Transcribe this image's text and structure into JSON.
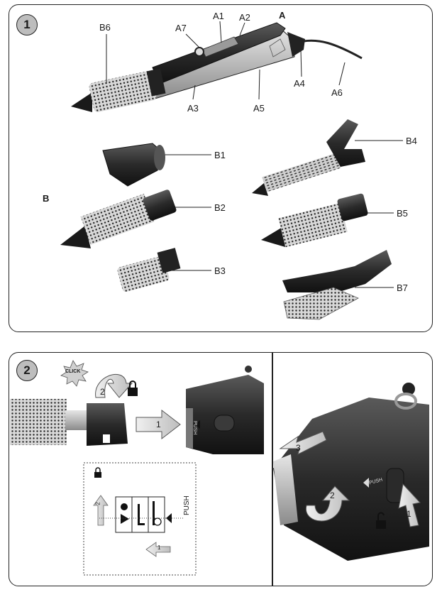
{
  "steps": {
    "one": "1",
    "two": "2"
  },
  "labels": {
    "A": "A",
    "A1": "A1",
    "A2": "A2",
    "A3": "A3",
    "A4": "A4",
    "A5": "A5",
    "A6": "A6",
    "A7": "A7",
    "B": "B",
    "B1": "B1",
    "B2": "B2",
    "B3": "B3",
    "B4": "B4",
    "B5": "B5",
    "B6": "B6",
    "B7": "B7"
  },
  "panel2": {
    "click": "CLICK",
    "push": "PUSH",
    "arrow_left_1": "1",
    "arrow_left_2": "2",
    "inset_push": "PUSH",
    "inset_1": "1",
    "inset_2": "2",
    "arrow_right_1": "1",
    "arrow_right_2": "2",
    "arrow_right_3": "3",
    "push_right": "PUSH"
  }
}
